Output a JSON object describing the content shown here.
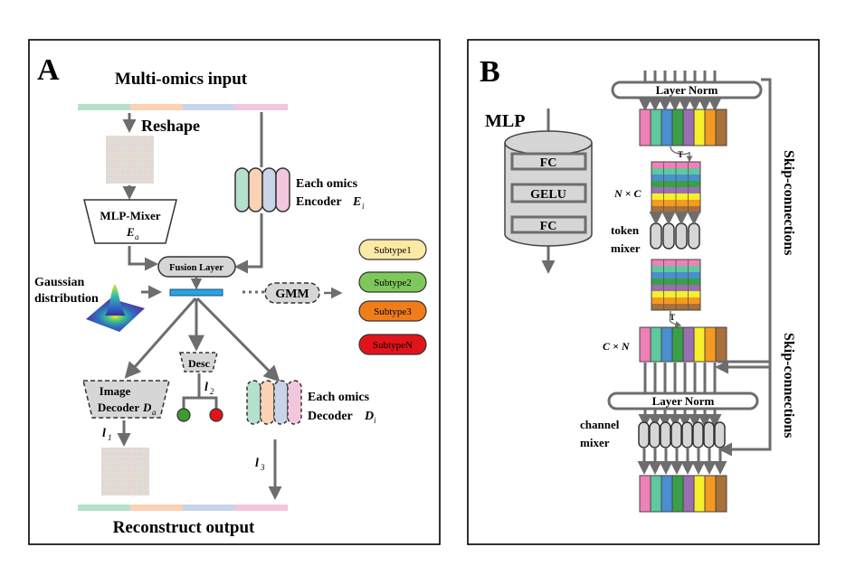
{
  "panel_a": {
    "label": "A",
    "title_input": "Multi-omics input",
    "reshape": "Reshape",
    "mlp_mixer": "MLP-Mixer",
    "mlp_mixer_sym": "E",
    "mlp_mixer_sub": "a",
    "each_omics_encoder_l1": "Each omics",
    "each_omics_encoder_l2": "Encoder",
    "encoder_sym": "E",
    "encoder_sub": "i",
    "fusion_layer": "Fusion Layer",
    "gaussian_l1": "Gaussian",
    "gaussian_l2": "distribution",
    "gmm": "GMM",
    "subtypes": [
      "Subtype1",
      "Subtype2",
      "Subtype3",
      "SubtypeN"
    ],
    "subtype_colors": [
      "#fde9a6",
      "#7ec85a",
      "#f07d1a",
      "#e2141b"
    ],
    "desc": "Desc",
    "l2": "l",
    "l2_sub": "2",
    "image_decoder_l1": "Image",
    "image_decoder_l2": "Decoder",
    "image_decoder_sym": "D",
    "image_decoder_sub": "a",
    "l1": "l",
    "l1_sub": "1",
    "each_omics_decoder_l1": "Each omics",
    "each_omics_decoder_l2": "Decoder",
    "decoder_sym": "D",
    "decoder_sub": "i",
    "l3": "l",
    "l3_sub": "3",
    "title_output": "Reconstruct output",
    "omics_colors": [
      "#b4e0cc",
      "#fcd2b4",
      "#c8d4e8",
      "#f2c6dc"
    ]
  },
  "panel_b": {
    "label": "B",
    "mlp": "MLP",
    "fc_top": "FC",
    "gelu": "GELU",
    "fc_bottom": "FC",
    "layer_norm_top": "Layer Norm",
    "layer_norm_bottom": "Layer Norm",
    "transpose_1": "T",
    "transpose_2": "T",
    "nxc": "N × C",
    "cxn": "C × N",
    "token_mixer_l1": "token",
    "token_mixer_l2": "mixer",
    "channel_mixer_l1": "channel",
    "channel_mixer_l2": "mixer",
    "skip_1": "Skip-connections",
    "skip_2": "Skip-connections",
    "feature_colors": [
      "#f080b8",
      "#5fc8a0",
      "#4a8fcf",
      "#3aa048",
      "#9a6fb0",
      "#f7ef2a",
      "#f59a20",
      "#a9703a"
    ]
  }
}
